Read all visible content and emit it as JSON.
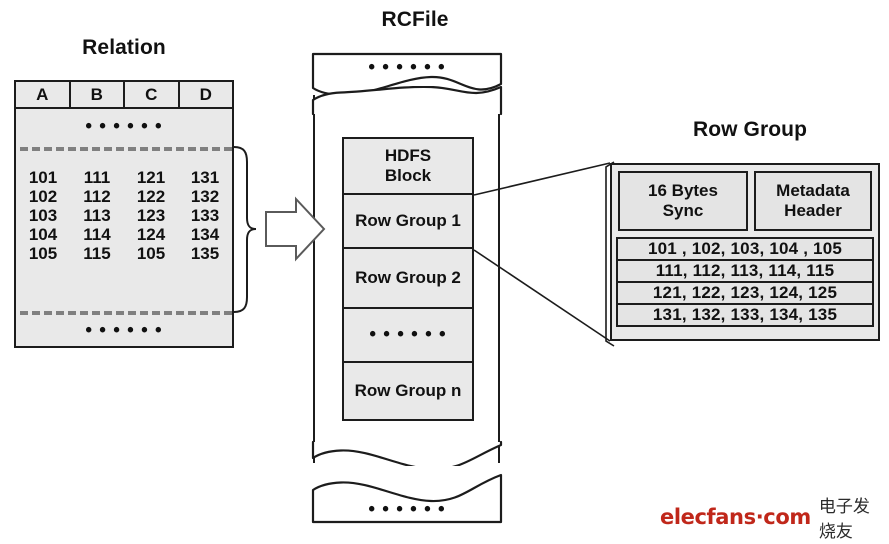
{
  "diagram": {
    "titles": {
      "relation": "Relation",
      "rcfile": "RCFile",
      "rowgroup": "Row Group"
    }
  },
  "relation": {
    "columns": [
      "A",
      "B",
      "C",
      "D"
    ],
    "top_ellipsis": "• • •  • • •",
    "bottom_ellipsis": "• • •  • • •",
    "rows": [
      [
        "101",
        "111",
        "121",
        "131"
      ],
      [
        "102",
        "112",
        "122",
        "132"
      ],
      [
        "103",
        "113",
        "123",
        "133"
      ],
      [
        "104",
        "114",
        "124",
        "134"
      ],
      [
        "105",
        "115",
        "105",
        "135"
      ]
    ]
  },
  "rcfile": {
    "top_stub_ellipsis": "• • •  • • •",
    "bottom_stub_ellipsis": "• • •  • • •",
    "blocks": [
      {
        "label": "HDFS\nBlock",
        "line1": "HDFS",
        "line2": "Block"
      },
      {
        "label": "Row Group 1"
      },
      {
        "label": "Row Group 2"
      },
      {
        "label": "• • •  • • •"
      },
      {
        "label": "Row Group n"
      }
    ]
  },
  "rowgroup": {
    "sync_line1": "16 Bytes",
    "sync_line2": "Sync",
    "metadata_line1": "Metadata",
    "metadata_line2": "Header",
    "data_rows": [
      "101 , 102, 103, 104 , 105",
      "111, 112, 113, 114, 115",
      "121, 122, 123, 124, 125",
      "131, 132, 133, 134, 135"
    ]
  },
  "watermark": {
    "latin": "elecfans·com",
    "chinese": "电子发烧友",
    "color": "#c0271a"
  },
  "colors": {
    "cell_fill": "#e9e9e9",
    "stroke": "#1c1c1c",
    "dash": "#808080",
    "background": "#ffffff"
  }
}
